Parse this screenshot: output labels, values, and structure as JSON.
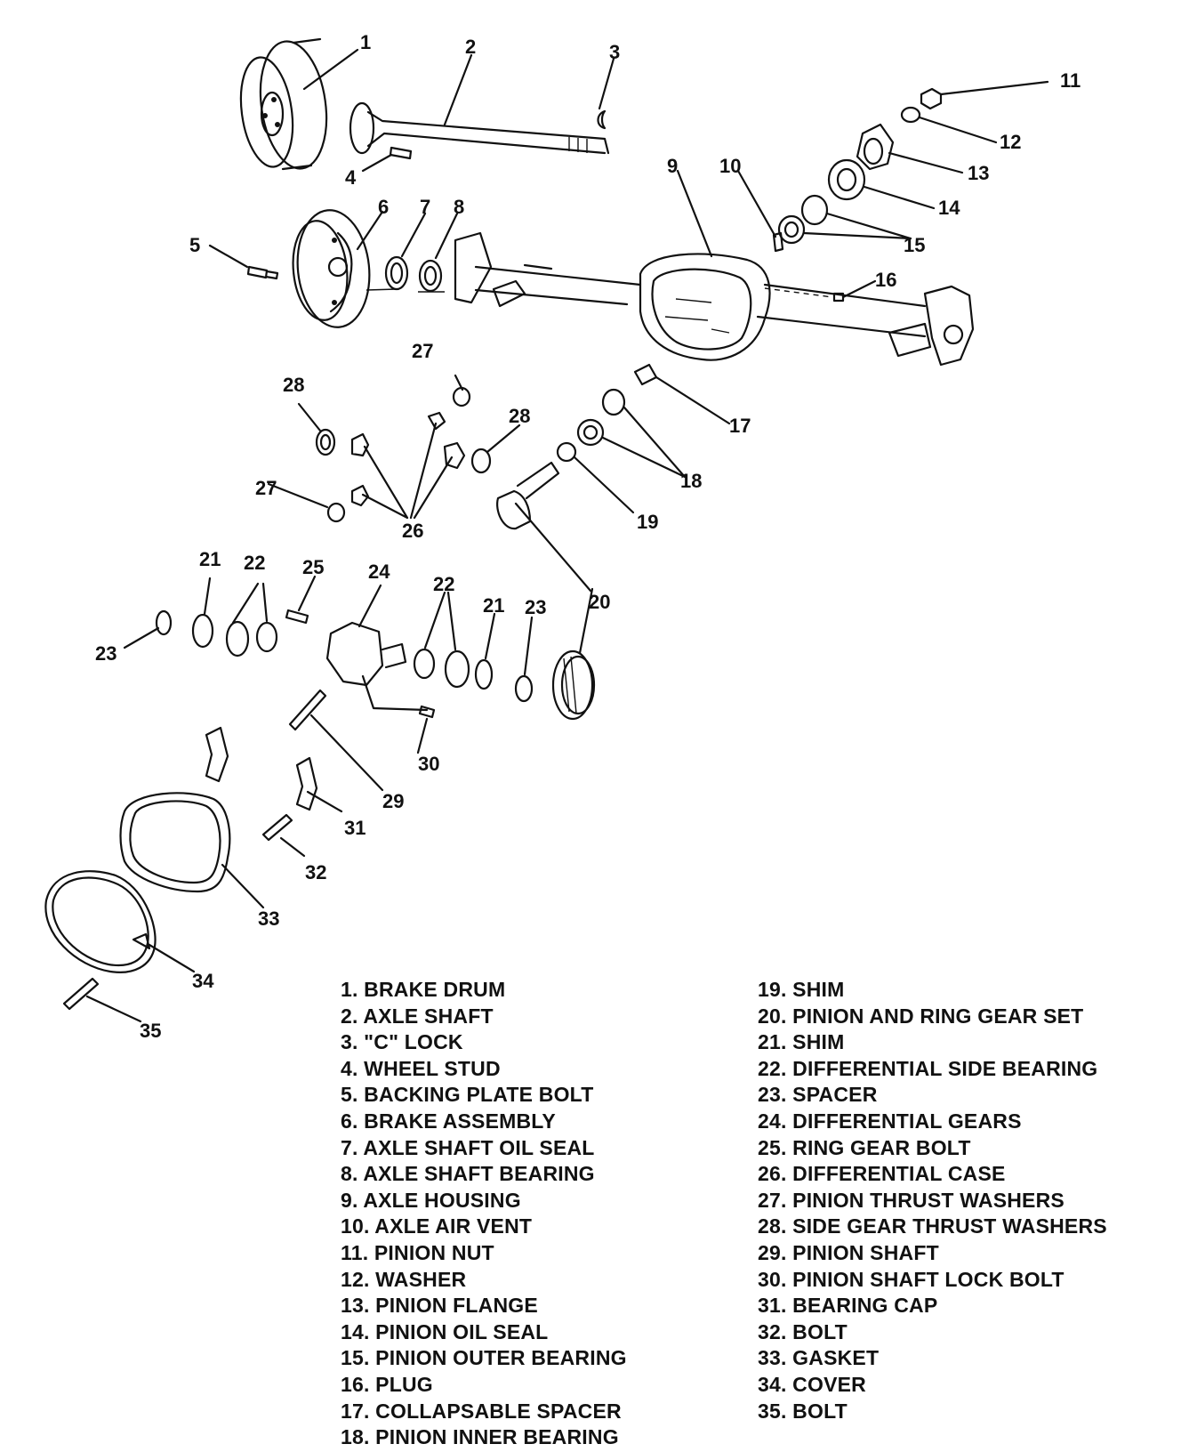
{
  "callouts": [
    "1",
    "2",
    "3",
    "4",
    "5",
    "6",
    "7",
    "8",
    "9",
    "10",
    "11",
    "12",
    "13",
    "14",
    "15",
    "16",
    "17",
    "18",
    "19",
    "20",
    "21",
    "22",
    "23",
    "24",
    "25",
    "26",
    "27",
    "28",
    "29",
    "30",
    "31",
    "32",
    "33",
    "34",
    "35"
  ],
  "legend_left": [
    "1. BRAKE DRUM",
    "2. AXLE SHAFT",
    "3. \"C\" LOCK",
    "4. WHEEL STUD",
    "5. BACKING PLATE BOLT",
    "6. BRAKE ASSEMBLY",
    "7. AXLE SHAFT OIL SEAL",
    "8. AXLE SHAFT BEARING",
    "9. AXLE HOUSING",
    "10. AXLE AIR VENT",
    "11. PINION NUT",
    "12. WASHER",
    "13. PINION FLANGE",
    "14. PINION OIL SEAL",
    "15. PINION OUTER BEARING",
    "16. PLUG",
    "17. COLLAPSABLE SPACER",
    "18. PINION INNER BEARING"
  ],
  "legend_right": [
    "19. SHIM",
    "20. PINION AND RING GEAR SET",
    "21. SHIM",
    "22. DIFFERENTIAL SIDE BEARING",
    "23. SPACER",
    "24. DIFFERENTIAL GEARS",
    "25. RING GEAR BOLT",
    "26. DIFFERENTIAL CASE",
    "27. PINION THRUST WASHERS",
    "28. SIDE GEAR THRUST WASHERS",
    "29. PINION SHAFT",
    "30. PINION SHAFT LOCK BOLT",
    "31. BEARING CAP",
    "32. BOLT",
    "33. GASKET",
    "34. COVER",
    "35. BOLT"
  ]
}
